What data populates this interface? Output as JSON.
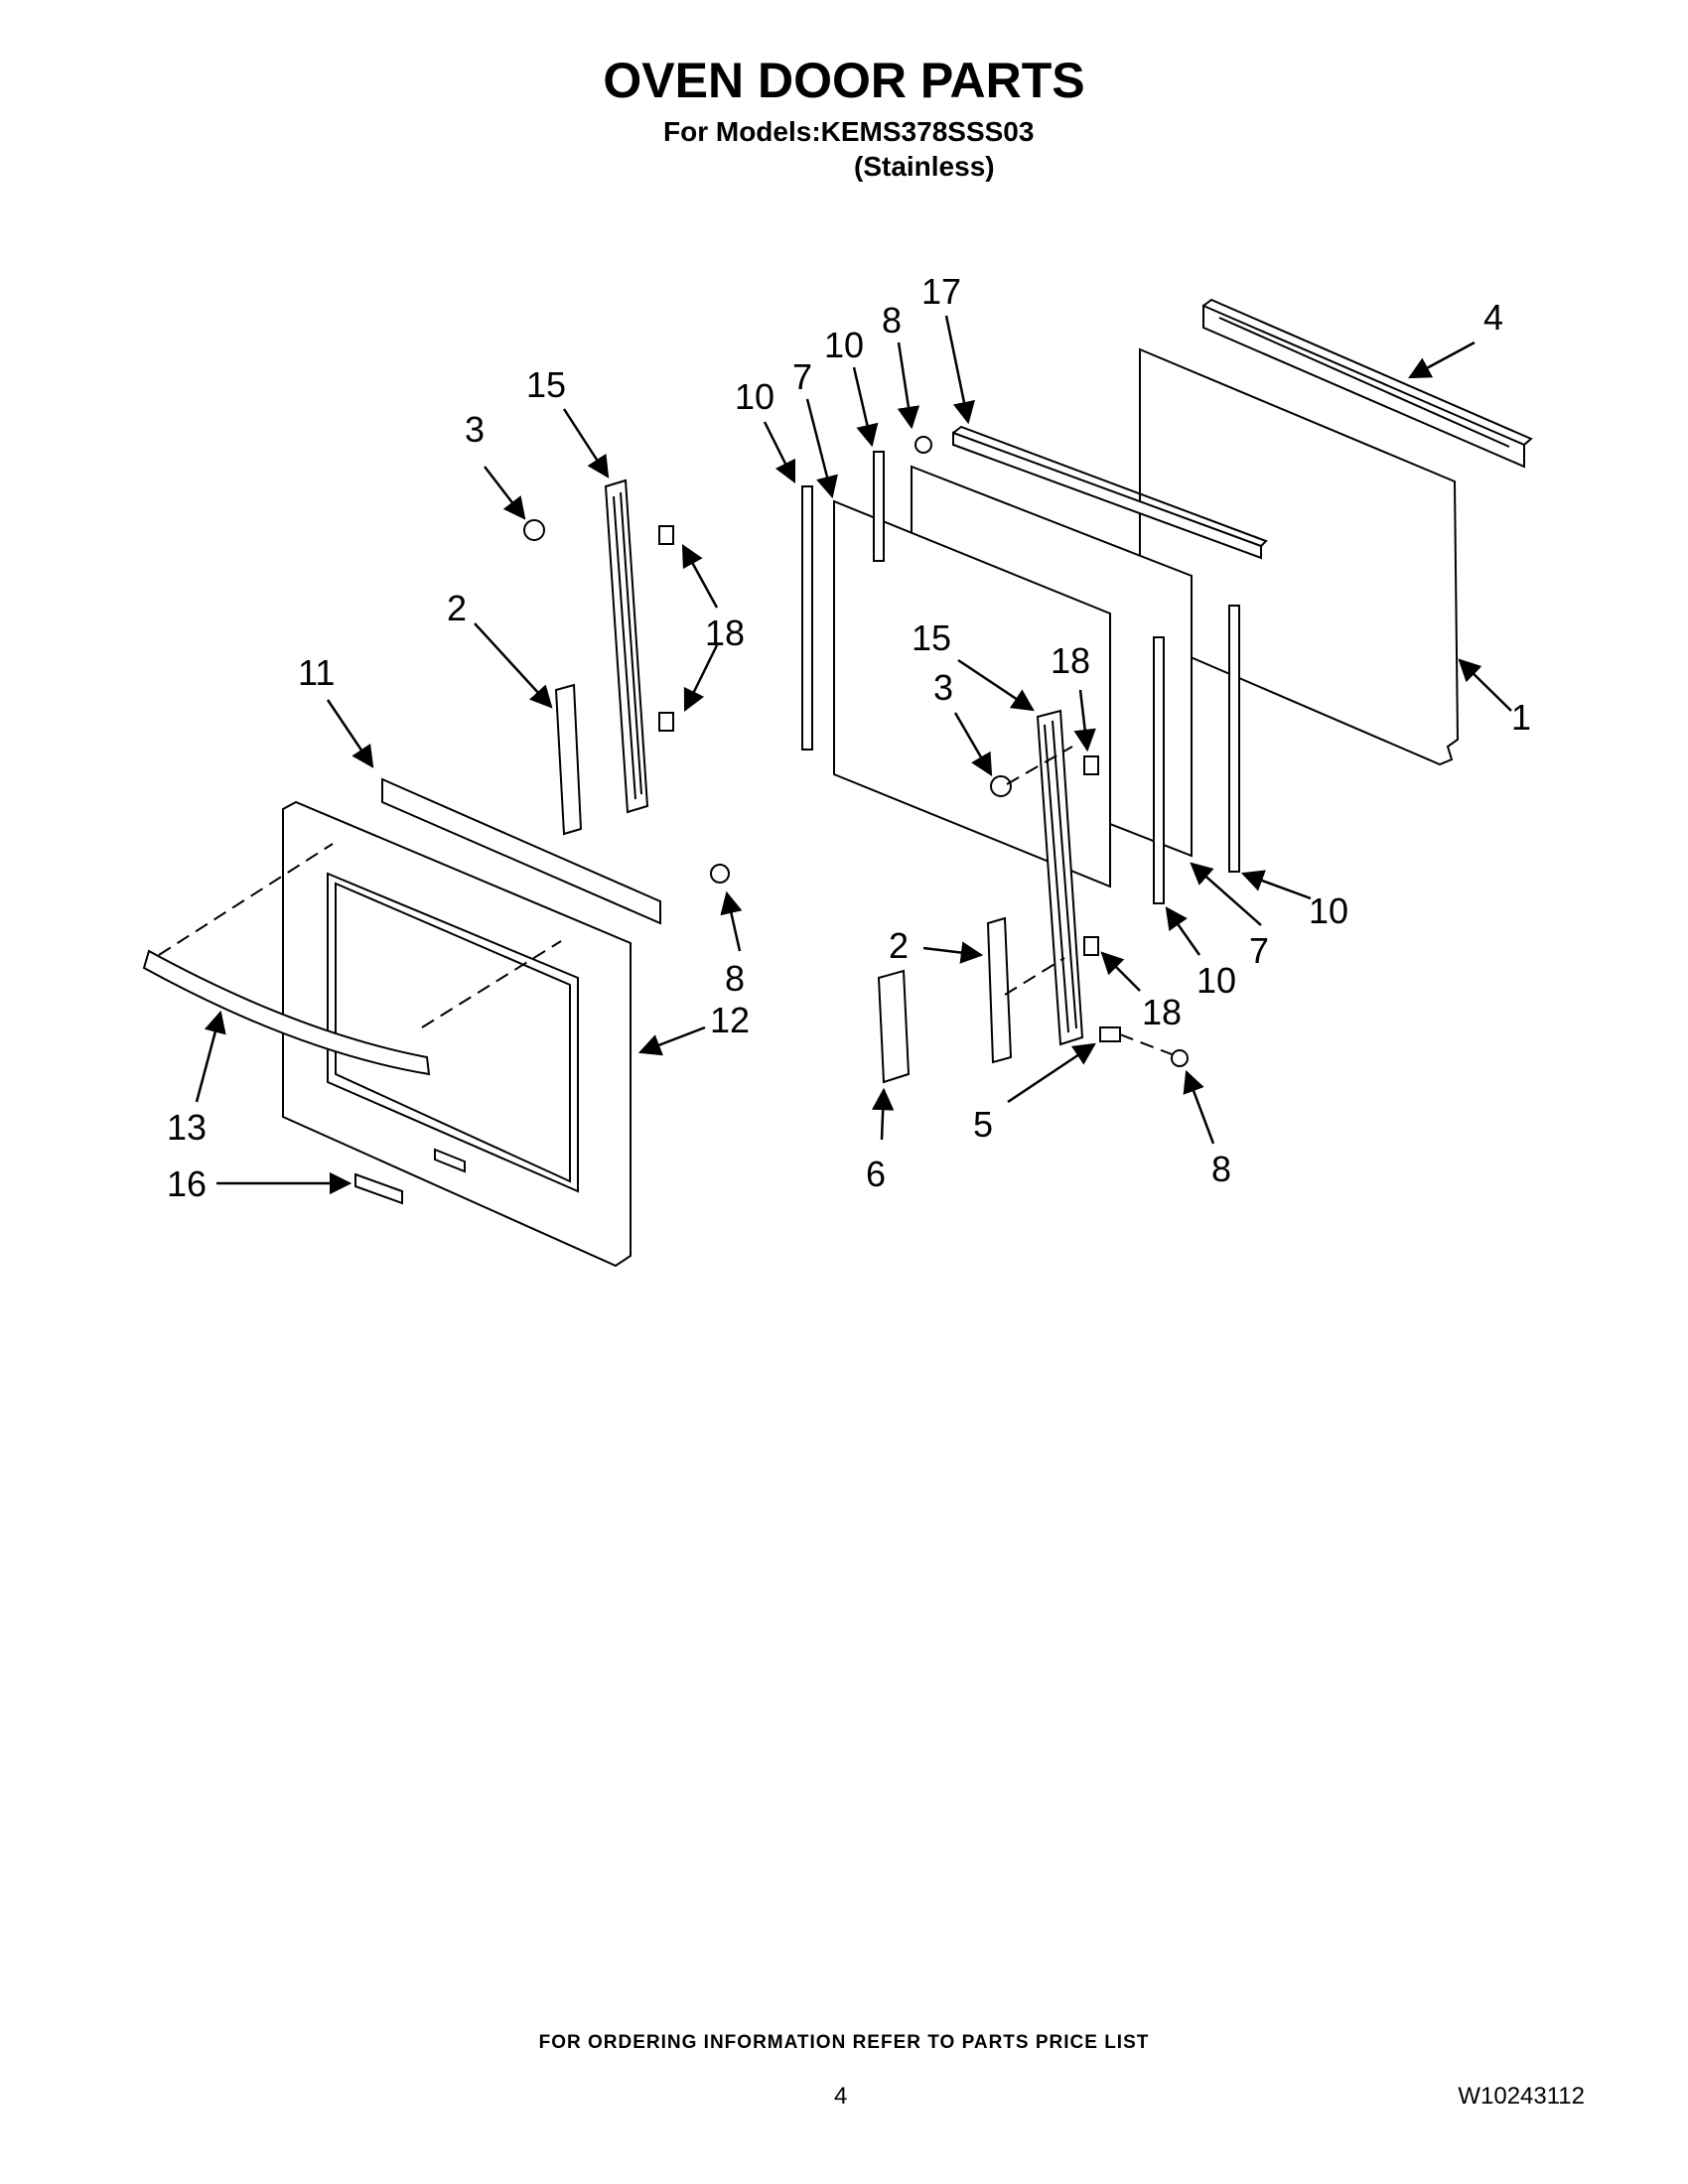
{
  "header": {
    "title": "OVEN DOOR PARTS",
    "models_line": "For Models:KEMS378SSS03",
    "finish": "(Stainless)"
  },
  "callouts": [
    "1",
    "2",
    "3",
    "4",
    "5",
    "6",
    "7",
    "8",
    "10",
    "11",
    "12",
    "13",
    "15",
    "16",
    "17",
    "18"
  ],
  "footer": {
    "ordering_note": "FOR ORDERING INFORMATION REFER TO PARTS PRICE LIST",
    "page_number": "4",
    "document_id": "W10243112"
  }
}
